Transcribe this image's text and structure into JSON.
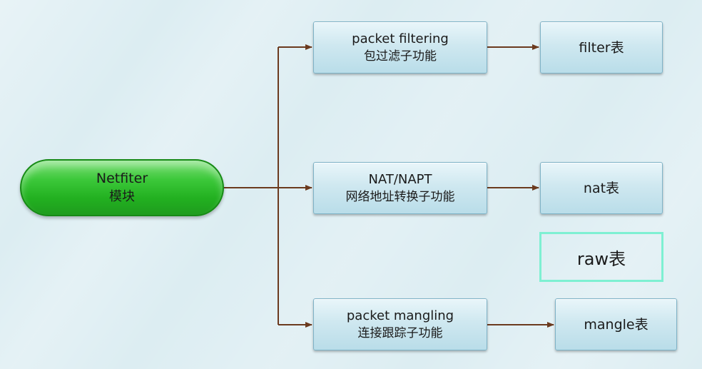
{
  "diagram": {
    "root": {
      "title": "Netfiter",
      "subtitle": "模块"
    },
    "functions": [
      {
        "title": "packet filtering",
        "subtitle": "包过滤子功能"
      },
      {
        "title": "NAT/NAPT",
        "subtitle": "网络地址转换子功能"
      },
      {
        "title": "packet mangling",
        "subtitle": "连接跟踪子功能"
      }
    ],
    "tables": [
      {
        "label": "filter表"
      },
      {
        "label": "nat表"
      },
      {
        "label": "mangle表"
      }
    ],
    "extra_table": {
      "label": "raw表"
    },
    "colors": {
      "root_fill": "#2fbf2c",
      "box_fill": "#c6e4ee",
      "connector": "#6b3a1e",
      "raw_border": "#7ef0d2",
      "background": "#dcedf2"
    }
  }
}
